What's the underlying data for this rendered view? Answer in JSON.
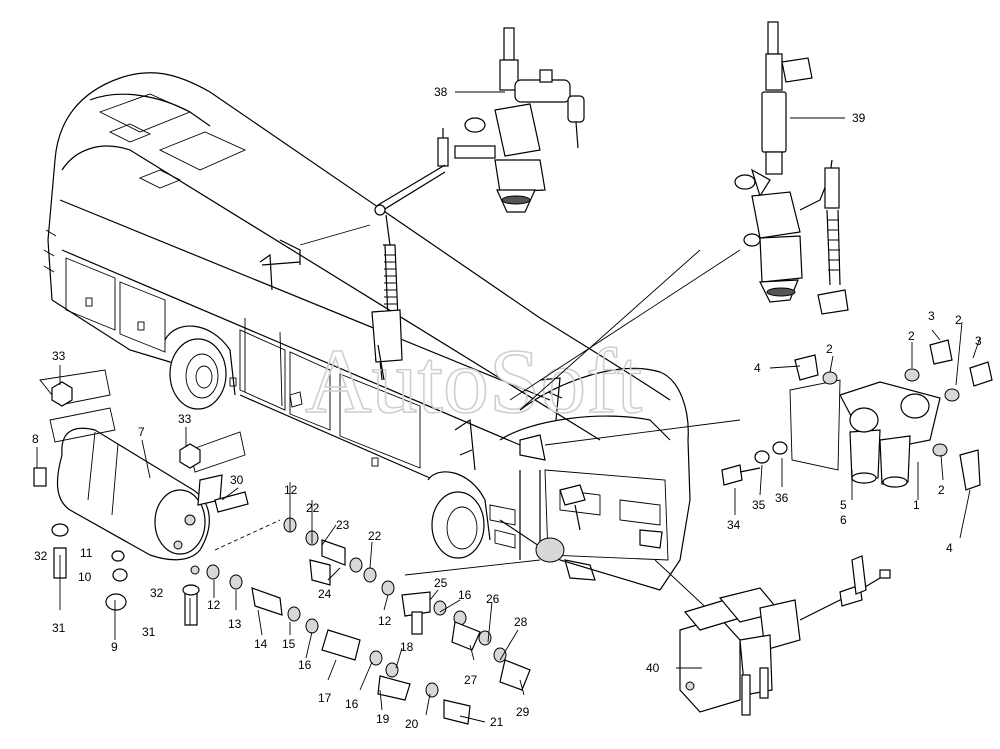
{
  "watermark": "AutoSoft",
  "callouts": [
    {
      "id": "c38",
      "text": "38"
    },
    {
      "id": "c39",
      "text": "39"
    },
    {
      "id": "c33a",
      "text": "33"
    },
    {
      "id": "c33b",
      "text": "33"
    },
    {
      "id": "c8",
      "text": "8"
    },
    {
      "id": "c7",
      "text": "7"
    },
    {
      "id": "c30",
      "text": "30"
    },
    {
      "id": "c32a",
      "text": "32"
    },
    {
      "id": "c11",
      "text": "11"
    },
    {
      "id": "c10",
      "text": "10"
    },
    {
      "id": "c31a",
      "text": "31"
    },
    {
      "id": "c9",
      "text": "9"
    },
    {
      "id": "c32b",
      "text": "32"
    },
    {
      "id": "c31b",
      "text": "31"
    },
    {
      "id": "c12a",
      "text": "12"
    },
    {
      "id": "c12b",
      "text": "12"
    },
    {
      "id": "c12c",
      "text": "12"
    },
    {
      "id": "c13",
      "text": "13"
    },
    {
      "id": "c14",
      "text": "14"
    },
    {
      "id": "c15",
      "text": "15"
    },
    {
      "id": "c16a",
      "text": "16"
    },
    {
      "id": "c16b",
      "text": "16"
    },
    {
      "id": "c16c",
      "text": "16"
    },
    {
      "id": "c17",
      "text": "17"
    },
    {
      "id": "c18",
      "text": "18"
    },
    {
      "id": "c19",
      "text": "19"
    },
    {
      "id": "c20",
      "text": "20"
    },
    {
      "id": "c21",
      "text": "21"
    },
    {
      "id": "c22a",
      "text": "22"
    },
    {
      "id": "c22b",
      "text": "22"
    },
    {
      "id": "c23",
      "text": "23"
    },
    {
      "id": "c24",
      "text": "24"
    },
    {
      "id": "c25",
      "text": "25"
    },
    {
      "id": "c26",
      "text": "26"
    },
    {
      "id": "c27",
      "text": "27"
    },
    {
      "id": "c28",
      "text": "28"
    },
    {
      "id": "c29",
      "text": "29"
    },
    {
      "id": "c40",
      "text": "40"
    },
    {
      "id": "c3a",
      "text": "3"
    },
    {
      "id": "c3b",
      "text": "3"
    },
    {
      "id": "c2a",
      "text": "2"
    },
    {
      "id": "c2b",
      "text": "2"
    },
    {
      "id": "c2c",
      "text": "2"
    },
    {
      "id": "c2d",
      "text": "2"
    },
    {
      "id": "c4a",
      "text": "4"
    },
    {
      "id": "c4b",
      "text": "4"
    },
    {
      "id": "c1",
      "text": "1"
    },
    {
      "id": "c5",
      "text": "5"
    },
    {
      "id": "c6",
      "text": "6"
    },
    {
      "id": "c34",
      "text": "34"
    },
    {
      "id": "c35",
      "text": "35"
    },
    {
      "id": "c36",
      "text": "36"
    }
  ]
}
